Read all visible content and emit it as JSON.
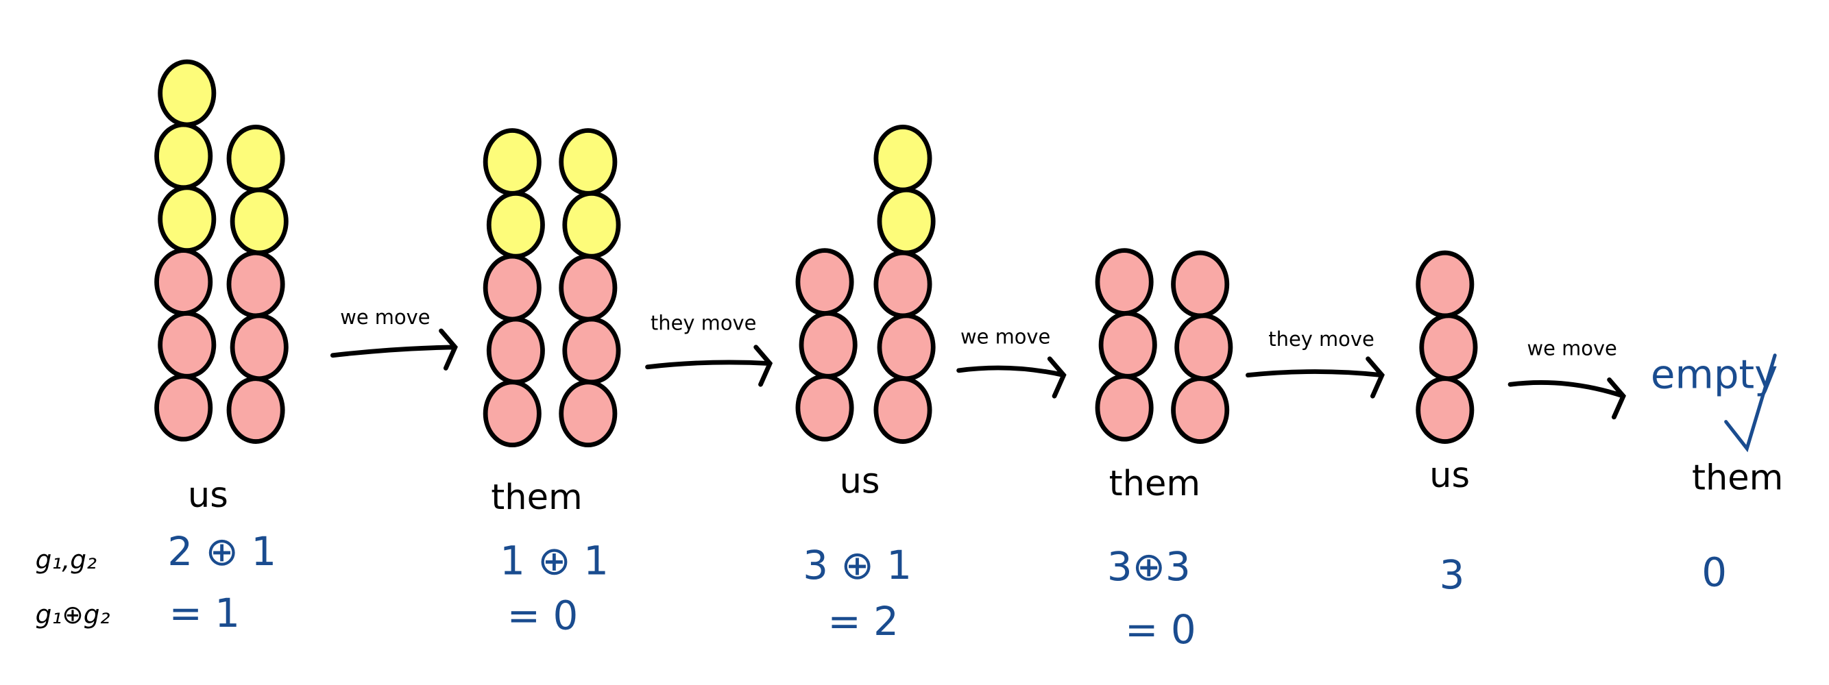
{
  "colors": {
    "yellow": "#fdfc7a",
    "pink": "#f9a9a6",
    "outline": "#000000",
    "blue": "#1a4c8f"
  },
  "row_labels": {
    "pair": "g₁,g₂",
    "xor": "g₁⊕g₂"
  },
  "stages": [
    {
      "player": "us",
      "columns": [
        [
          "yellow",
          "yellow",
          "yellow",
          "pink",
          "pink",
          "pink"
        ],
        [
          "yellow",
          "yellow",
          "pink",
          "pink",
          "pink"
        ]
      ],
      "pair": "2 ⊕ 1",
      "xor": "= 1"
    },
    {
      "player": "them",
      "columns": [
        [
          "yellow",
          "yellow",
          "pink",
          "pink",
          "pink"
        ],
        [
          "yellow",
          "yellow",
          "pink",
          "pink",
          "pink"
        ]
      ],
      "pair": "1 ⊕ 1",
      "xor": "= 0"
    },
    {
      "player": "us",
      "columns": [
        [
          "pink",
          "pink",
          "pink"
        ],
        [
          "yellow",
          "yellow",
          "pink",
          "pink",
          "pink"
        ]
      ],
      "pair": "3 ⊕ 1",
      "xor": "= 2"
    },
    {
      "player": "them",
      "columns": [
        [
          "pink",
          "pink",
          "pink"
        ],
        [
          "pink",
          "pink",
          "pink"
        ]
      ],
      "pair": "3⊕3",
      "xor": "= 0"
    },
    {
      "player": "us",
      "columns": [
        [
          "pink",
          "pink",
          "pink"
        ]
      ],
      "pair": "3",
      "xor": ""
    },
    {
      "player": "them",
      "columns": [],
      "empty_label": "empty",
      "pair": "0",
      "xor": ""
    }
  ],
  "arrows": [
    "we move",
    "they move",
    "we move",
    "they move",
    "we move"
  ]
}
